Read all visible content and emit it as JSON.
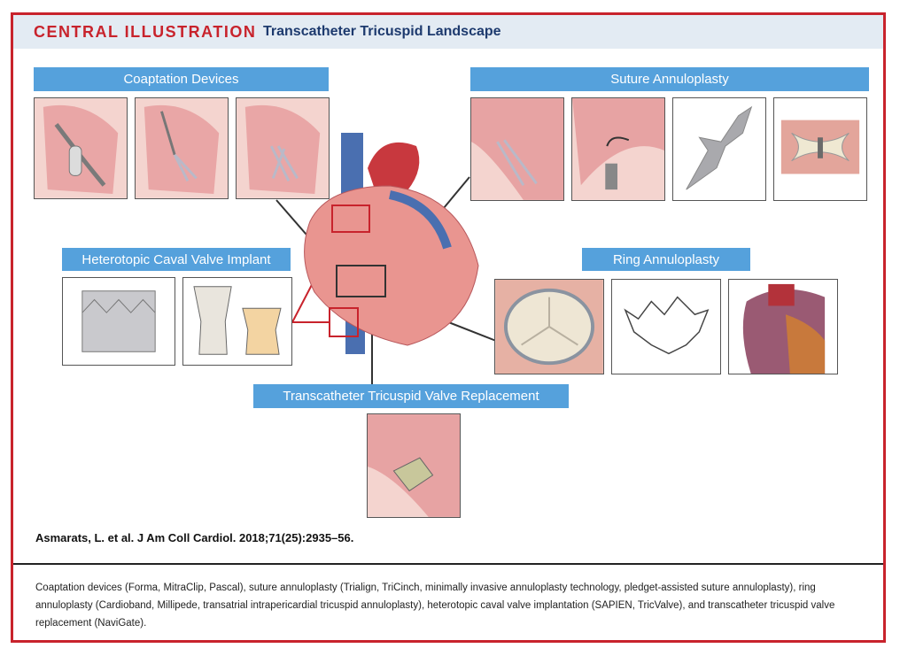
{
  "header": {
    "label": "CENTRAL ILLUSTRATION",
    "title": "Transcatheter Tricuspid Landscape"
  },
  "sections": {
    "coaptation": "Coaptation Devices",
    "suture": "Suture Annuloplasty",
    "caval": "Heterotopic Caval Valve Implant",
    "ring": "Ring Annuloplasty",
    "ttvr": "Transcatheter Tricuspid Valve Replacement"
  },
  "citation": "Asmarats, L. et al. J Am Coll Cardiol. 2018;71(25):2935–56.",
  "caption": "Coaptation devices (Forma, MitraClip, Pascal), suture annuloplasty (Trialign, TriCinch, minimally invasive annuloplasty technology, pledget-assisted suture annuloplasty), ring annuloplasty (Cardioband, Millipede, transatrial intrapericardial tricuspid annuloplasty), heterotopic caval valve implantation (SAPIEN, TricValve), and transcatheter tricuspid valve replacement (NaviGate).",
  "colors": {
    "frame": "#c8232c",
    "header_bg": "#e3ebf3",
    "bar": "#55a1dc",
    "title_text": "#1d3a6e"
  }
}
